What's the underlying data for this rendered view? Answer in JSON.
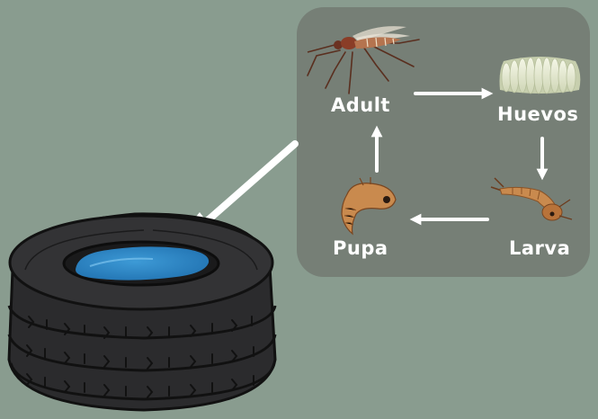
{
  "diagram": {
    "stages": {
      "adult": "Adult",
      "eggs": "Huevos",
      "larva": "Larva",
      "pupa": "Pupa"
    },
    "colors": {
      "background": "#899c8f",
      "cycle_panel": "#767f76",
      "arrows": "#ffffff",
      "tire": "#2b2b2d",
      "water": "#2f85c4"
    },
    "icons": [
      "mosquito-icon",
      "egg-raft-icon",
      "larva-icon",
      "pupa-icon",
      "tire-icon",
      "water-puddle-icon"
    ]
  }
}
